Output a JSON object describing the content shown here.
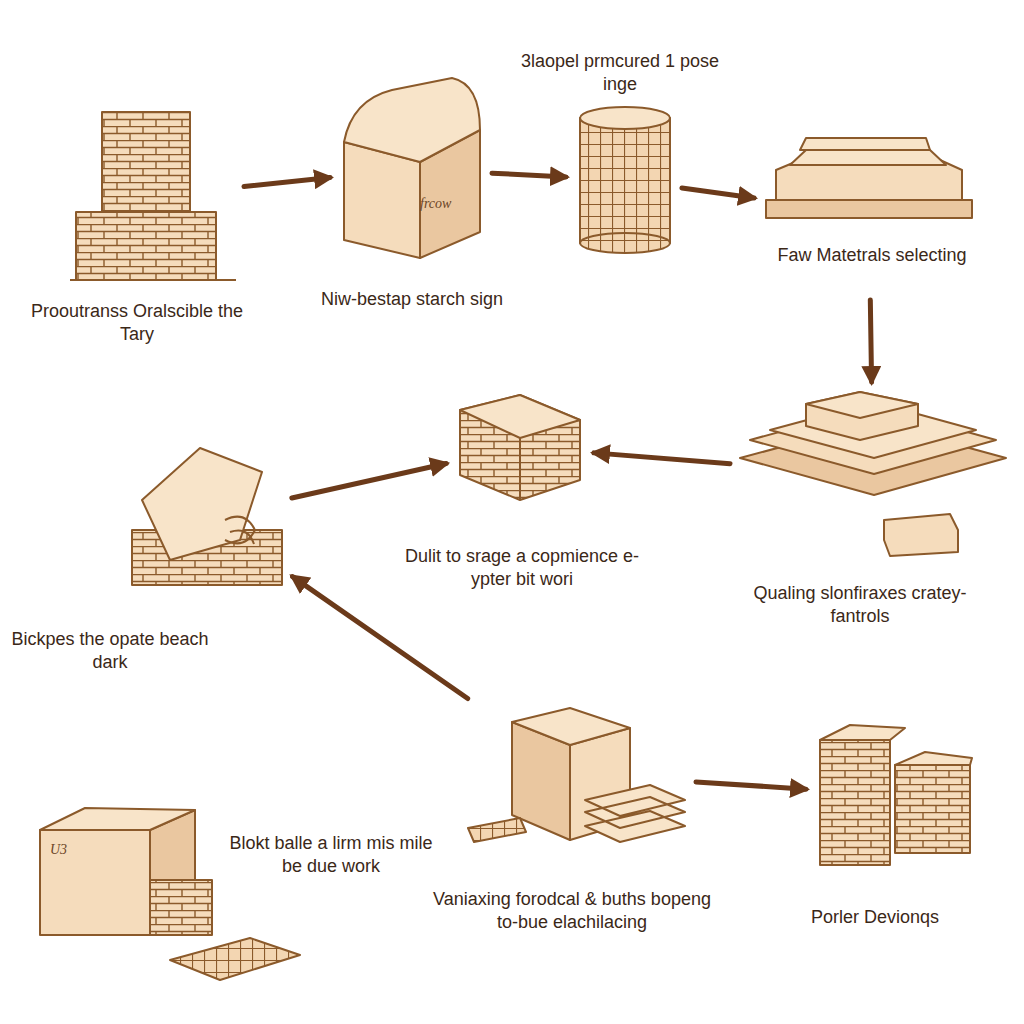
{
  "diagram": {
    "nodes": [
      {
        "text": [
          "Prooutranss Oralscible the Tary"
        ]
      },
      {
        "text": [
          "Niw-bestap starch sign",
          "frcow"
        ]
      },
      {
        "text": [
          "3laopel prmcured 1 pose inge"
        ]
      },
      {
        "text": [
          "Faw Matetrals selecting"
        ]
      },
      {
        "text": [
          "Qualing slonfiraxes cratey-fantrols"
        ]
      },
      {
        "text": [
          "Dulit to srage a copmience e-ypter bit wori"
        ]
      },
      {
        "text": [
          "Bickpes the opate beach dark"
        ]
      },
      {
        "text": [
          "Blokt balle a lirm mis mile be due work",
          "U3"
        ]
      },
      {
        "text": [
          "Vaniaxing forodcal & buths bopeng to-bue elachilacing"
        ]
      },
      {
        "text": [
          "Porler Devionqs"
        ]
      }
    ],
    "edges": [
      {
        "from": 0,
        "to": 1,
        "arrow": "to"
      },
      {
        "from": 1,
        "to": 2,
        "arrow": "to"
      },
      {
        "from": 2,
        "to": 3,
        "arrow": "to"
      },
      {
        "from": 3,
        "to": 4,
        "arrow": "to"
      },
      {
        "from": 4,
        "to": 5,
        "arrow": "to"
      },
      {
        "from": 6,
        "to": 5,
        "arrow": "to"
      },
      {
        "from": 8,
        "to": 6,
        "arrow": "to"
      },
      {
        "from": 8,
        "to": 9,
        "arrow": "to"
      }
    ]
  }
}
